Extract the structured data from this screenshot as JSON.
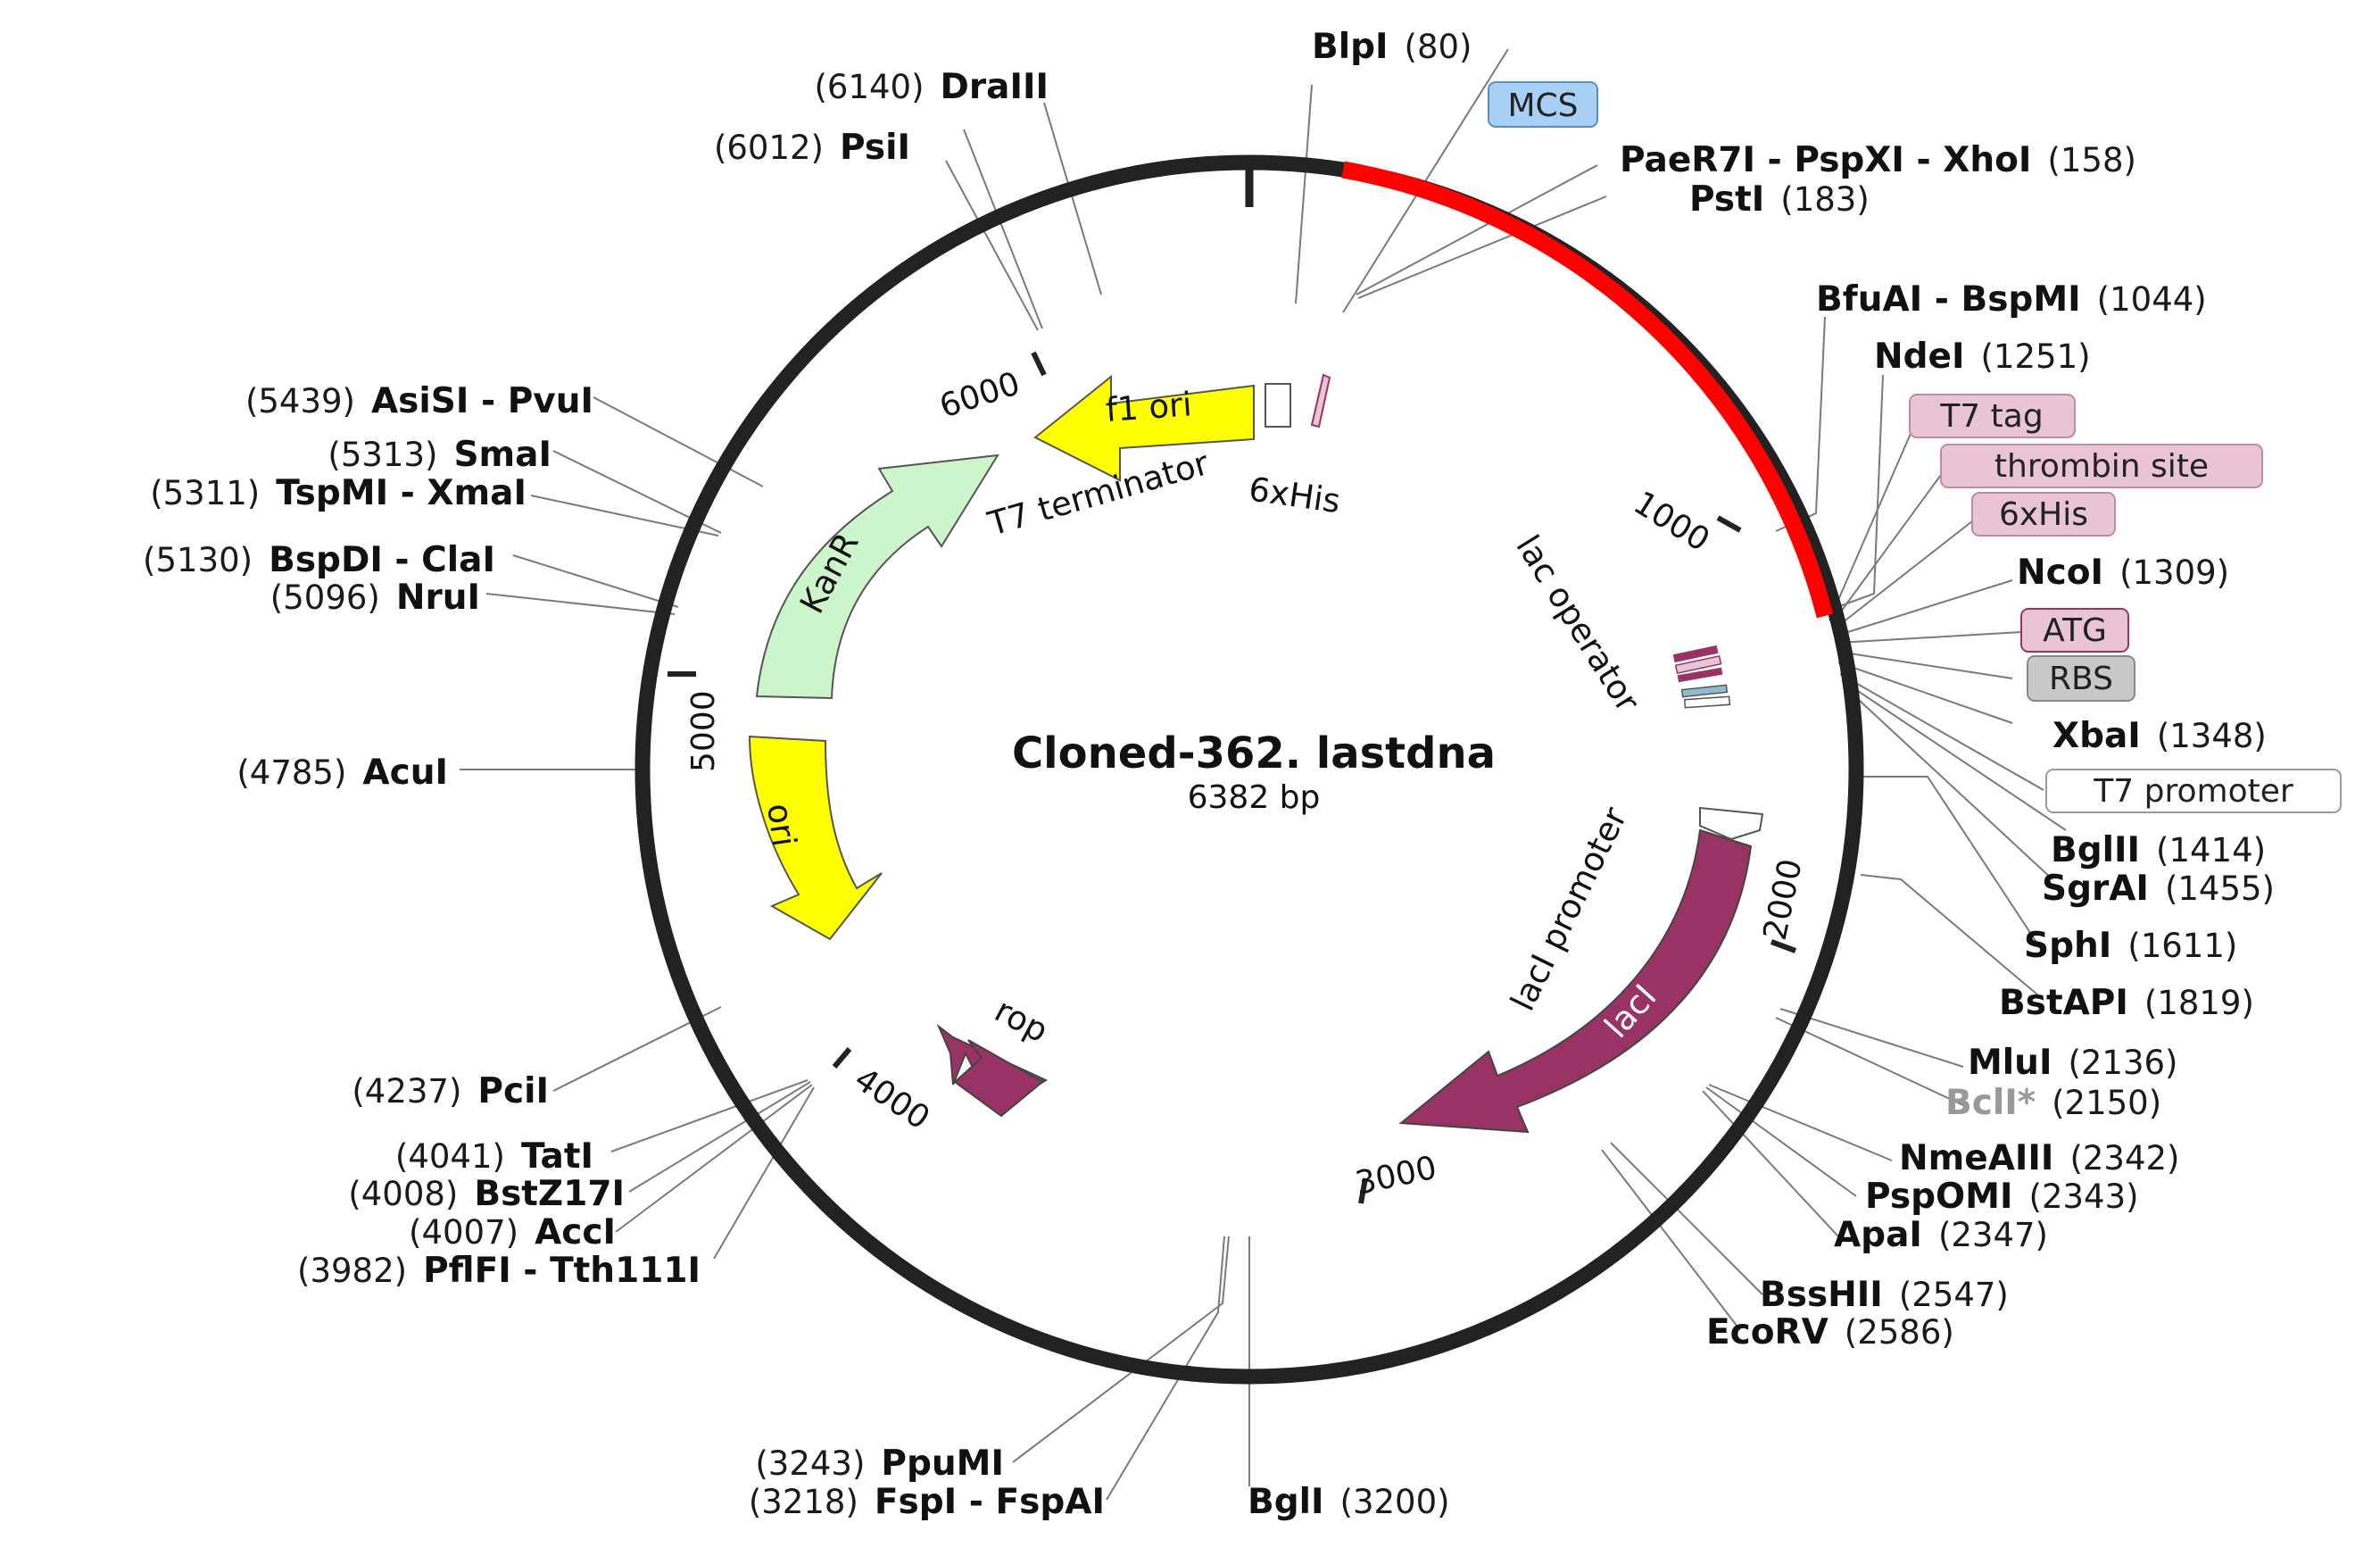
{
  "plasmid": {
    "name": "Cloned-362. lastdna",
    "length_label": "6382 bp"
  },
  "ticks": [
    {
      "label": "1000"
    },
    {
      "label": "2000"
    },
    {
      "label": "3000"
    },
    {
      "label": "4000"
    },
    {
      "label": "5000"
    },
    {
      "label": "6000"
    }
  ],
  "sites_right": [
    {
      "name": "BlpI",
      "pos": "(80)"
    },
    {
      "name": "PaeR7I - PspXI - XhoI",
      "pos": "(158)"
    },
    {
      "name": "PstI",
      "pos": "(183)"
    },
    {
      "name": "BfuAI - BspMI",
      "pos": "(1044)"
    },
    {
      "name": "NdeI",
      "pos": "(1251)"
    },
    {
      "name": "NcoI",
      "pos": "(1309)"
    },
    {
      "name": "XbaI",
      "pos": "(1348)"
    },
    {
      "name": "BglII",
      "pos": "(1414)"
    },
    {
      "name": "SgrAI",
      "pos": "(1455)"
    },
    {
      "name": "SphI",
      "pos": "(1611)"
    },
    {
      "name": "BstAPI",
      "pos": "(1819)"
    },
    {
      "name": "MluI",
      "pos": "(2136)"
    },
    {
      "name": "BclI*",
      "pos": "(2150)"
    },
    {
      "name": "NmeAIII",
      "pos": "(2342)"
    },
    {
      "name": "PspOMI",
      "pos": "(2343)"
    },
    {
      "name": "ApaI",
      "pos": "(2347)"
    },
    {
      "name": "BssHII",
      "pos": "(2547)"
    },
    {
      "name": "EcoRV",
      "pos": "(2586)"
    },
    {
      "name": "BglI",
      "pos": "(3200)"
    }
  ],
  "sites_left": [
    {
      "name": "DraIII",
      "pos": "(6140)"
    },
    {
      "name": "PsiI",
      "pos": "(6012)"
    },
    {
      "name": "AsiSI - PvuI",
      "pos": "(5439)"
    },
    {
      "name": "SmaI",
      "pos": "(5313)"
    },
    {
      "name": "TspMI - XmaI",
      "pos": "(5311)"
    },
    {
      "name": "BspDI - ClaI",
      "pos": "(5130)"
    },
    {
      "name": "NruI",
      "pos": "(5096)"
    },
    {
      "name": "AcuI",
      "pos": "(4785)"
    },
    {
      "name": "PciI",
      "pos": "(4237)"
    },
    {
      "name": "TatI",
      "pos": "(4041)"
    },
    {
      "name": "BstZ17I",
      "pos": "(4008)"
    },
    {
      "name": "AccI",
      "pos": "(4007)"
    },
    {
      "name": "PflFI - Tth111I",
      "pos": "(3982)"
    },
    {
      "name": "PpuMI",
      "pos": "(3243)"
    },
    {
      "name": "FspI - FspAI",
      "pos": "(3218)"
    }
  ],
  "tags": [
    {
      "text": "MCS"
    },
    {
      "text": "T7 tag"
    },
    {
      "text": "thrombin site"
    },
    {
      "text": "6xHis"
    },
    {
      "text": "ATG"
    },
    {
      "text": "RBS"
    },
    {
      "text": "T7 promoter"
    }
  ],
  "features": [
    {
      "text": "f1 ori"
    },
    {
      "text": "KanR"
    },
    {
      "text": "ori"
    },
    {
      "text": "rop"
    },
    {
      "text": "lacI"
    },
    {
      "text": "lacI promoter"
    },
    {
      "text": "lac operator"
    },
    {
      "text": "T7 terminator"
    },
    {
      "text": "6xHis"
    }
  ],
  "colors": {
    "backbone": "#222222",
    "insert": "#ff0000",
    "f1_ori": "#ffff00",
    "ori": "#ffff00",
    "kanr": "#ccf5cc",
    "laci": "#993366",
    "rop": "#993366",
    "mcs_tag": "#a8d0f5",
    "pink_tag": "#e8c4d4",
    "gray_tag": "#c8c8c8"
  }
}
